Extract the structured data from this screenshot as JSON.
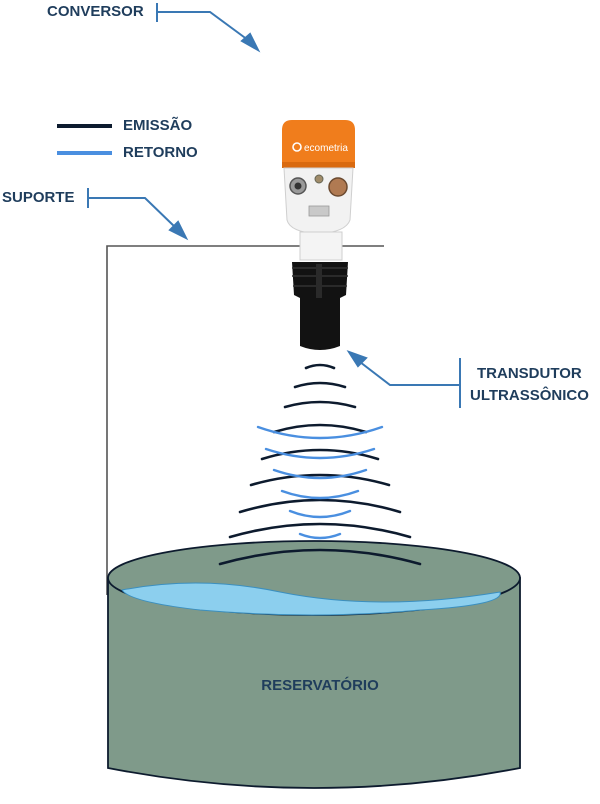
{
  "labels": {
    "converter": "CONVERSOR",
    "support": "SUPORTE",
    "transducer_line1": "TRANSDUTOR",
    "transducer_line2": "ULTRASSÔNICO",
    "reservoir": "RESERVATÓRIO"
  },
  "legend": {
    "emission": "EMISSÃO",
    "return": "RETORNO"
  },
  "device": {
    "brand": "ecometria"
  },
  "colors": {
    "label_text": "#1f3d5c",
    "pointer": "#3a78b4",
    "emission_wave": "#0d1b2e",
    "return_wave": "#4a8fe0",
    "device_cap": "#f07d1c",
    "tank_body": "#7f9a8a",
    "water": "#8ccfee",
    "frame": "#555555"
  }
}
